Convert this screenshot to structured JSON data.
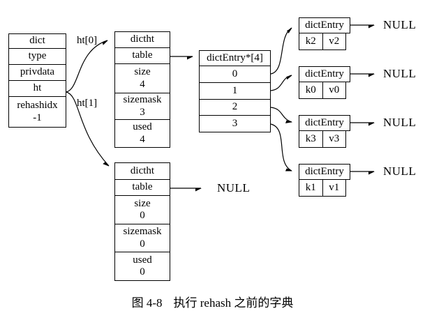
{
  "caption": {
    "fig": "图 4-8",
    "title": "执行 rehash 之前的字典"
  },
  "pointer_labels": {
    "ht0": "ht[0]",
    "ht1": "ht[1]"
  },
  "null_label": "NULL",
  "dict": {
    "rows": [
      "dict",
      "type",
      "privdata",
      "ht"
    ],
    "rehashidx": {
      "label": "rehashidx",
      "value": "-1"
    }
  },
  "dictht0": {
    "title": "dictht",
    "table": "table",
    "size": {
      "label": "size",
      "value": "4"
    },
    "sizemask": {
      "label": "sizemask",
      "value": "3"
    },
    "used": {
      "label": "used",
      "value": "4"
    }
  },
  "dictht1": {
    "title": "dictht",
    "table": "table",
    "size": {
      "label": "size",
      "value": "0"
    },
    "sizemask": {
      "label": "sizemask",
      "value": "0"
    },
    "used": {
      "label": "used",
      "value": "0"
    }
  },
  "entry_array": {
    "title": "dictEntry*[4]",
    "slots": [
      "0",
      "1",
      "2",
      "3"
    ]
  },
  "entries": [
    {
      "title": "dictEntry",
      "key": "k2",
      "value": "v2"
    },
    {
      "title": "dictEntry",
      "key": "k0",
      "value": "v0"
    },
    {
      "title": "dictEntry",
      "key": "k3",
      "value": "v3"
    },
    {
      "title": "dictEntry",
      "key": "k1",
      "value": "v1"
    }
  ],
  "line_color": "#000000"
}
